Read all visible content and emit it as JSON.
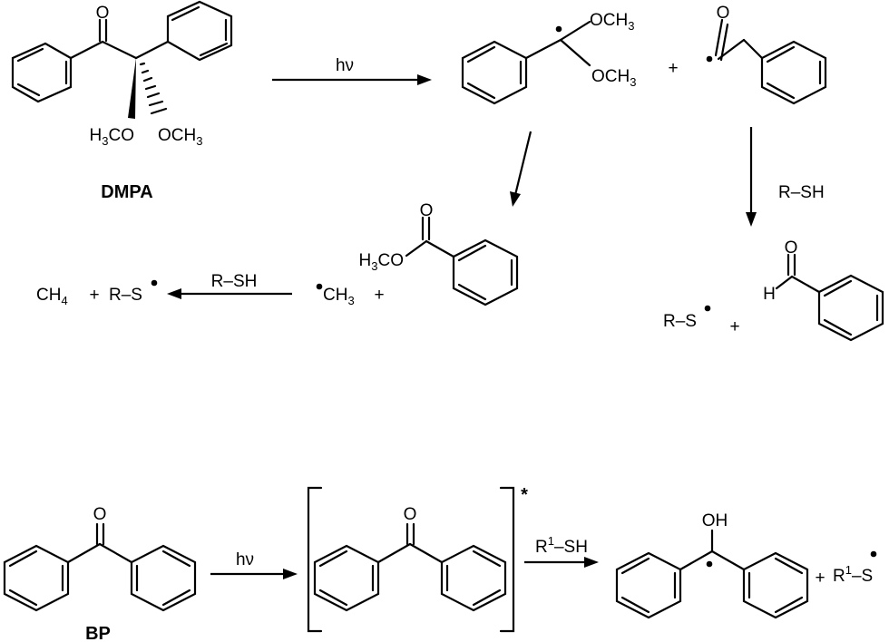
{
  "scheme1": {
    "dmpa": {
      "name": "DMPA",
      "h3co": "H3CO",
      "och3": "OCH3",
      "o": "O"
    },
    "step1": {
      "condition": "hν"
    },
    "ketal_radical": {
      "och3_top": "OCH3",
      "och3_right": "OCH3"
    },
    "plus1": "+",
    "benzoyl": {
      "o": "O"
    },
    "rsh_right": "R–SH",
    "ester": {
      "h3co": "H3CO",
      "o": "O"
    },
    "methyl": {
      "ch3": "CH3"
    },
    "plus2": "+",
    "rsh_left": "R–SH",
    "products_left": {
      "ch4": "CH4",
      "plus": "+",
      "rs": "R–S"
    },
    "products_right": {
      "rs": "R–S",
      "plus": "+",
      "h": "H",
      "o": "O"
    }
  },
  "scheme2": {
    "bp": {
      "name": "BP",
      "o": "O"
    },
    "step1": {
      "condition": "hν"
    },
    "excited": {
      "o": "O",
      "star": "*"
    },
    "step2": {
      "condition": "R1–SH"
    },
    "ketyl": {
      "oh": "OH"
    },
    "plus": "+",
    "thiyl": {
      "label": "R1–S"
    }
  }
}
